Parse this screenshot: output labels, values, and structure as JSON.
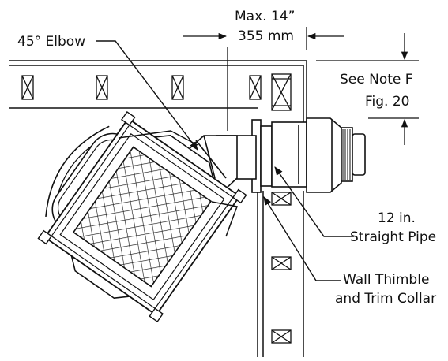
{
  "labels": {
    "max_line1": "Max. 14”",
    "max_line2": "355 mm",
    "elbow": "45° Elbow",
    "note_line1": "See Note F",
    "note_line2": "Fig. 20",
    "pipe_line1": "12 in.",
    "pipe_line2": "Straight Pipe",
    "thimble_line1": "Wall Thimble",
    "thimble_line2": "and Trim Collar"
  },
  "colors": {
    "line": "#1a1a1a",
    "background": "#ffffff"
  }
}
